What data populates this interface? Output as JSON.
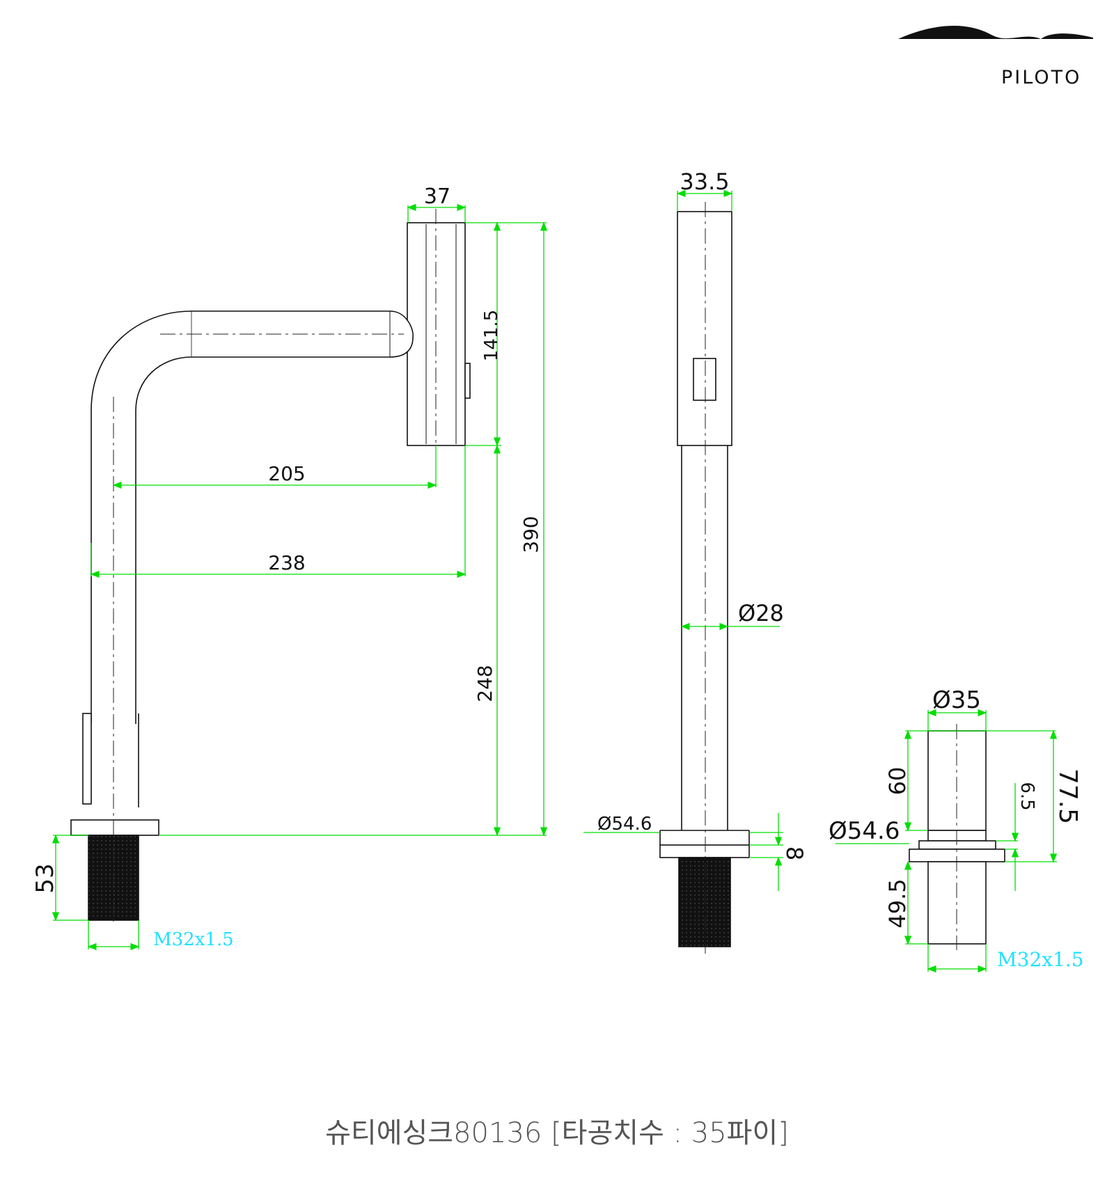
{
  "logo": {
    "text": "PILOTO",
    "icon": "wave-logo-icon"
  },
  "caption": "슈티에싱크80136 [타공치수 : 35파이]",
  "colors": {
    "line": "#111111",
    "dimension": "#00dd00",
    "thread_label": "#22e0ff",
    "center_line": "#222222"
  },
  "side_view": {
    "dims": {
      "head_width": "37",
      "head_height": "141.5",
      "total_height": "390",
      "reach_center": "205",
      "reach_total": "238",
      "lower_height": "248",
      "thread_length": "53",
      "thread_spec": "M32x1.5"
    }
  },
  "front_view": {
    "dims": {
      "head_width": "33.5",
      "pipe_diameter": "Ø28",
      "base_diameter": "Ø54.6",
      "base_thickness": "8"
    }
  },
  "base_detail": {
    "dims": {
      "body_diameter": "Ø35",
      "body_height": "60",
      "total_height": "77.5",
      "ring_height": "6.5",
      "flange_diameter": "Ø54.6",
      "thread_length": "49.5",
      "thread_spec": "M32x1.5"
    }
  }
}
